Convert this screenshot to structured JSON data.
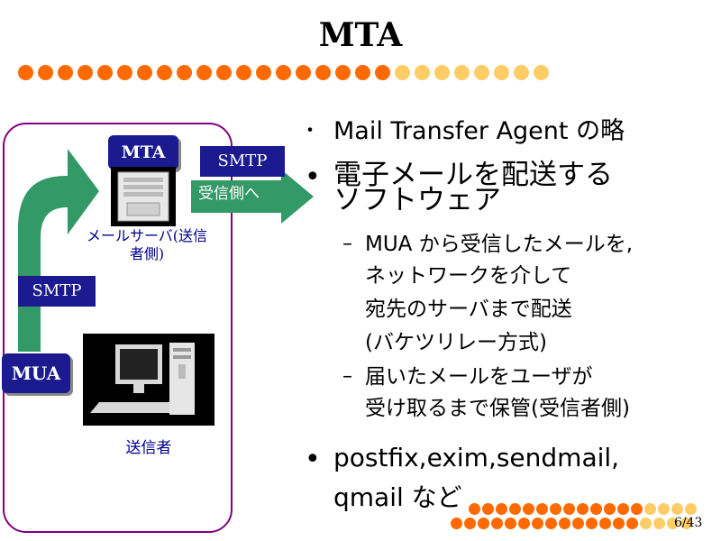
{
  "slide": {
    "title": "MTA",
    "page_number": "6/43",
    "colors": {
      "dot_dark": "#ff6a00",
      "dot_light": "#ffcc66",
      "navy": "#1b1b8f",
      "arrow_green": "#339966",
      "frame": "#800080"
    },
    "diagram": {
      "mta_label": "MTA",
      "mua_label": "MUA",
      "smtp_top": "SMTP",
      "smtp_left": "SMTP",
      "to_receiver_label": "受信側へ",
      "mail_server_caption": "メールサーバ(送信者側)",
      "sender_caption": "送信者",
      "icons": [
        "server-icon",
        "desktop-computer-icon"
      ]
    },
    "bullets": {
      "b1": "Mail Transfer Agent の略",
      "b2_line1": "電子メールを配送する",
      "b2_line2": "ソフトウェア",
      "sub1_line1": "MUA から受信したメールを,",
      "sub1_line2": "ネットワークを介して",
      "sub1_line3": "宛先のサーバまで配送",
      "sub1_line4": "(バケツリレー方式)",
      "sub2_line1": "届いたメールをユーザが",
      "sub2_line2": "受け取るまで保管(受信者側)",
      "b3_line1": "postfix,exim,sendmail,",
      "b3_line2": "qmail など",
      "bullet_mark": "•",
      "small_mark": "・",
      "dash_mark": "–"
    }
  }
}
